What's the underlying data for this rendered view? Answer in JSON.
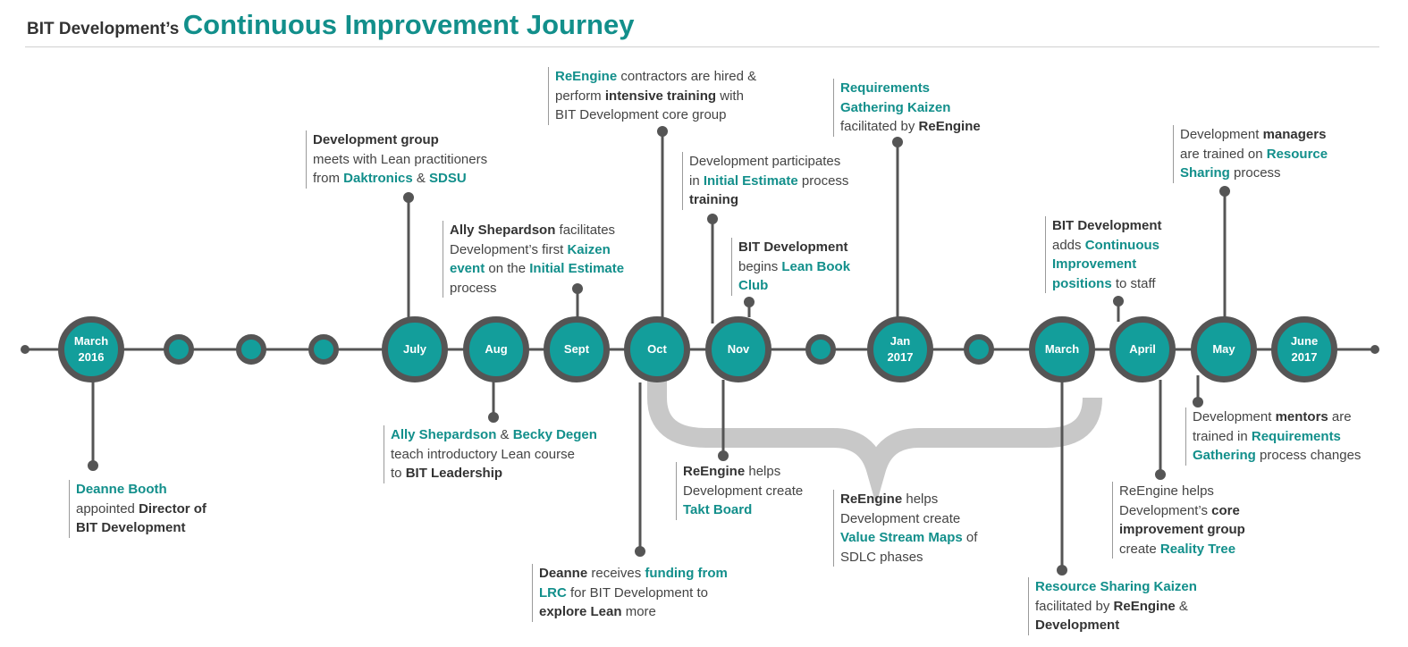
{
  "title": {
    "prefix": "BIT Development’s",
    "main": "Continuous Improvement Journey"
  },
  "nodes": [
    {
      "l1": "March",
      "l2": "2016"
    },
    {
      "l1": "July"
    },
    {
      "l1": "Aug"
    },
    {
      "l1": "Sept"
    },
    {
      "l1": "Oct"
    },
    {
      "l1": "Nov"
    },
    {
      "l1": "Jan",
      "l2": "2017"
    },
    {
      "l1": "March"
    },
    {
      "l1": "April"
    },
    {
      "l1": "May"
    },
    {
      "l1": "June",
      "l2": "2017"
    }
  ],
  "events": {
    "e1": {
      "a": "Deanne Booth",
      "b": "appointed ",
      "c": "Director of",
      "d": "BIT Development"
    },
    "e2": {
      "a": "Development group",
      "b": "meets with Lean practitioners",
      "c": "from ",
      "d": "Daktronics",
      "e": " & ",
      "f": "SDSU"
    },
    "e3": {
      "a": "Ally Shepardson",
      "b": " & ",
      "c": "Becky Degen",
      "d": "teach introductory Lean course",
      "e": "to ",
      "f": "BIT Leadership"
    },
    "e4": {
      "a": "Ally Shepardson",
      "b": " facilitates",
      "c": "Development’s first ",
      "d": "Kaizen",
      "e": "event",
      "f": " on the ",
      "g": "Initial Estimate",
      "h": "process"
    },
    "e5": {
      "a": "ReEngine",
      "b": " contractors are hired &",
      "c": "perform ",
      "d": "intensive training",
      "e": " with",
      "f": "BIT Development core group"
    },
    "e6": {
      "a": "Deanne",
      "b": " receives ",
      "c": "funding from",
      "d": "LRC",
      "e": " for BIT Development to",
      "f": "explore Lean",
      "g": " more"
    },
    "e7": {
      "a": "Development participates",
      "b": "in ",
      "c": "Initial Estimate",
      "d": " process",
      "e": "training"
    },
    "e8": {
      "a": "BIT Development",
      "b": "begins ",
      "c": "Lean Book",
      "d": "Club"
    },
    "e9": {
      "a": "ReEngine",
      "b": " helps",
      "c": "Development create",
      "d": "Takt Board"
    },
    "e10": {
      "a": "Requirements",
      "b": "Gathering Kaizen",
      "c": "facilitated by ",
      "d": "ReEngine"
    },
    "e11": {
      "a": "ReEngine",
      "b": " helps",
      "c": "Development create",
      "d": "Value Stream Maps",
      "e": " of",
      "f": "SDLC phases"
    },
    "e12": {
      "a": "BIT Development",
      "b": "adds ",
      "c": "Continuous",
      "d": "Improvement",
      "e": "positions",
      "f": " to staff"
    },
    "e13": {
      "a": "Resource Sharing Kaizen",
      "b": "facilitated by ",
      "c": "ReEngine",
      "d": " &",
      "e": "Development"
    },
    "e14": {
      "a": "ReEngine helps",
      "b": "Development’s ",
      "c": "core",
      "d": "improvement group",
      "e": "create ",
      "f": "Reality Tree"
    },
    "e15": {
      "a": "Development ",
      "b": "managers",
      "c": "are trained on  ",
      "d": "Resource",
      "e": "Sharing",
      "f": "  process"
    },
    "e16": {
      "a": "Development ",
      "b": "mentors",
      "c": " are",
      "d": "trained in ",
      "e": "Requirements",
      "f": "Gathering",
      "g": " process changes"
    }
  }
}
